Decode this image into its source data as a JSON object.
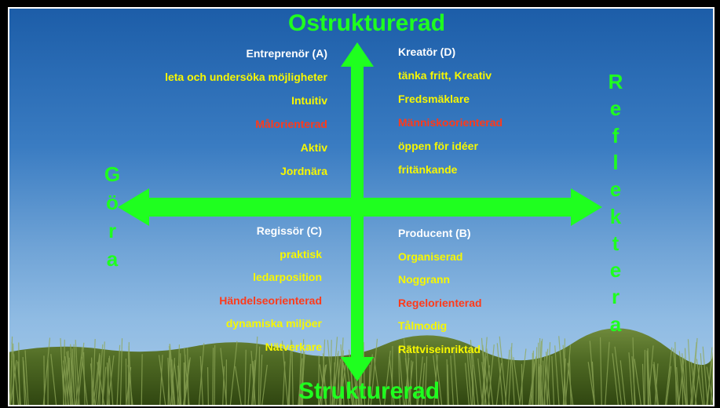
{
  "axes": {
    "top": "Ostrukturerad",
    "bottom": "Strukturerad",
    "left_letters": [
      "G",
      "ö",
      "r",
      "a"
    ],
    "right_letters": [
      "R",
      "e",
      "f",
      "l",
      "e",
      "k",
      "t",
      "e",
      "r",
      "a"
    ]
  },
  "quadrants": {
    "top_left": [
      {
        "text": "Entreprenör  (A)",
        "color": "white"
      },
      {
        "text": "leta och undersöka möjligheter",
        "color": "yellow"
      },
      {
        "text": "Intuitiv",
        "color": "yellow"
      },
      {
        "text": "Målorienterad",
        "color": "red"
      },
      {
        "text": "Aktiv",
        "color": "yellow"
      },
      {
        "text": "Jordnära",
        "color": "yellow"
      }
    ],
    "top_right": [
      {
        "text": "Kreatör (D)",
        "color": "white"
      },
      {
        "text": "tänka fritt, Kreativ",
        "color": "yellow"
      },
      {
        "text": "Fredsmäklare",
        "color": "yellow"
      },
      {
        "text": "Människoorienterad",
        "color": "red"
      },
      {
        "text": " öppen för idéer",
        "color": "yellow"
      },
      {
        "text": "fritänkande",
        "color": "yellow"
      }
    ],
    "bottom_left": [
      {
        "text": "Regissör (C)",
        "color": "white"
      },
      {
        "text": "praktisk",
        "color": "yellow"
      },
      {
        "text": "ledarposition",
        "color": "yellow"
      },
      {
        "text": "Händelseorienterad",
        "color": "red"
      },
      {
        "text": "dynamiska miljöer",
        "color": "yellow"
      },
      {
        "text": "Nätverkare",
        "color": "yellow"
      }
    ],
    "bottom_right": [
      {
        "text": "Producent (B)",
        "color": "white"
      },
      {
        "text": "Organiserad",
        "color": "yellow"
      },
      {
        "text": "Noggrann",
        "color": "yellow"
      },
      {
        "text": "Regelorienterad",
        "color": "red"
      },
      {
        "text": "Tålmodig",
        "color": "yellow"
      },
      {
        "text": "Rättviseinriktad",
        "color": "yellow"
      }
    ]
  },
  "colors": {
    "arrow": "#1fff1f",
    "heading": "#ffffff",
    "trait": "#f7f700",
    "orientation": "#ff3a1a"
  }
}
